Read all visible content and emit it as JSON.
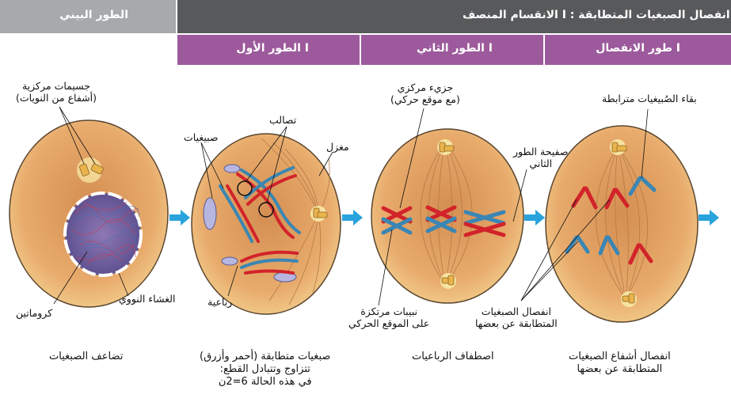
{
  "header": {
    "interphase": "الطور البيني",
    "meiosis_title": "الانقسام المنصف I : انفصال الصبغيات المتطابقة",
    "stages": [
      "الطور الأول I",
      "الطور الثاني I",
      "طور الانفصال I"
    ]
  },
  "labels": {
    "centrosomes_1": "جسيمات مركزية",
    "centrosomes_2": "(أشفاع من النويات)",
    "chromatin": "كروماتين",
    "nuclear_envelope": "الغشاء النووي",
    "chromosomes": "صبيغيات",
    "chiasmata": "تصالب",
    "spindle": "مغزل",
    "tetrad": "رباعية",
    "centromere_1": "جزيء مركزي",
    "centromere_2": "(مع موقع حركي)",
    "metaphase_plate_1": "صفيحة الطور",
    "metaphase_plate_2": "الثاني",
    "microtubules_1": "نبيبات مرتكزة",
    "microtubules_2": "على الموقع الحركي",
    "sister_chromatids": "بقاء الصُبيغيات مترابطة",
    "separation_1": "انفصال الصبغيات",
    "separation_2": "المتطابقة عن بعضها"
  },
  "captions": {
    "c1": "تضاعف الصبغيات",
    "c2_1": "صبغيات متطابقة (أحمر وأزرق)",
    "c2_2": "تتزاوج وتتبادل القطع:",
    "c2_3": "في هذه الحالة 6=2ن",
    "c3": "اصطفاف الرباعيات",
    "c4_1": "انفصال أشفاع الصبغيات",
    "c4_2": "المتطابقة عن بعضها"
  },
  "colors": {
    "cell_fill": "#e8a96a",
    "cell_inner": "#c98a4f",
    "chrom_red": "#d2232a",
    "chrom_blue": "#3a86b4",
    "arrow": "#29a3dc",
    "stage_bar": "#9c5a9c"
  }
}
